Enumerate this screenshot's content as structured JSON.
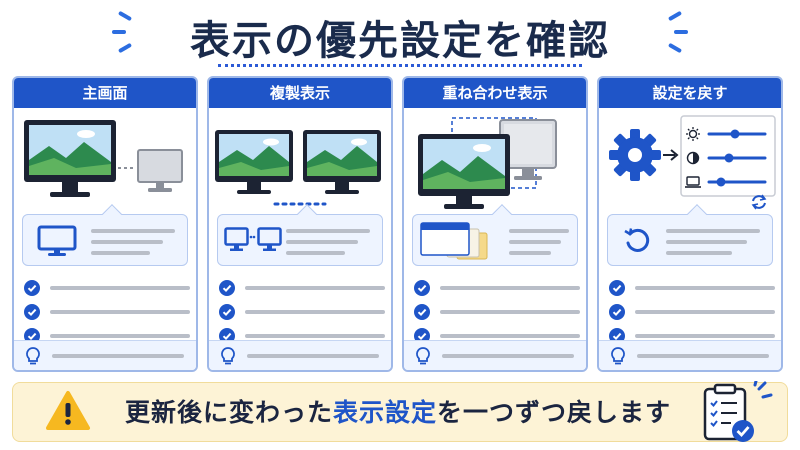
{
  "title": "表示の優先設定を確認",
  "colors": {
    "accent": "#1f55c8",
    "title_text": "#1a2b4c",
    "card_border": "#9fb8e8",
    "bubble_bg": "#eef4ff",
    "banner_bg": "#fdf3d6",
    "warning": "#f6b820"
  },
  "cards": [
    {
      "title": "主画面",
      "icons": [
        "primary-monitor-icon",
        "secondary-monitor-icon",
        "monitor-icon",
        "check-icon",
        "lightbulb-icon"
      ]
    },
    {
      "title": "複製表示",
      "icons": [
        "monitor-icon",
        "monitor-icon",
        "check-icon",
        "lightbulb-icon"
      ]
    },
    {
      "title": "重ね合わせ表示",
      "icons": [
        "overlapping-monitors-icon",
        "stacked-windows-icon",
        "check-icon",
        "lightbulb-icon"
      ]
    },
    {
      "title": "設定を戻す",
      "icons": [
        "gear-icon",
        "arrow-right-icon",
        "brightness-icon",
        "contrast-icon",
        "laptop-icon",
        "sync-icon",
        "undo-icon",
        "check-icon",
        "lightbulb-icon"
      ]
    }
  ],
  "banner": {
    "text_before": "更新後に変わった",
    "text_highlight": "表示設定",
    "text_after": "を一つずつ戻します",
    "icons": [
      "warning-icon",
      "clipboard-check-icon"
    ]
  }
}
